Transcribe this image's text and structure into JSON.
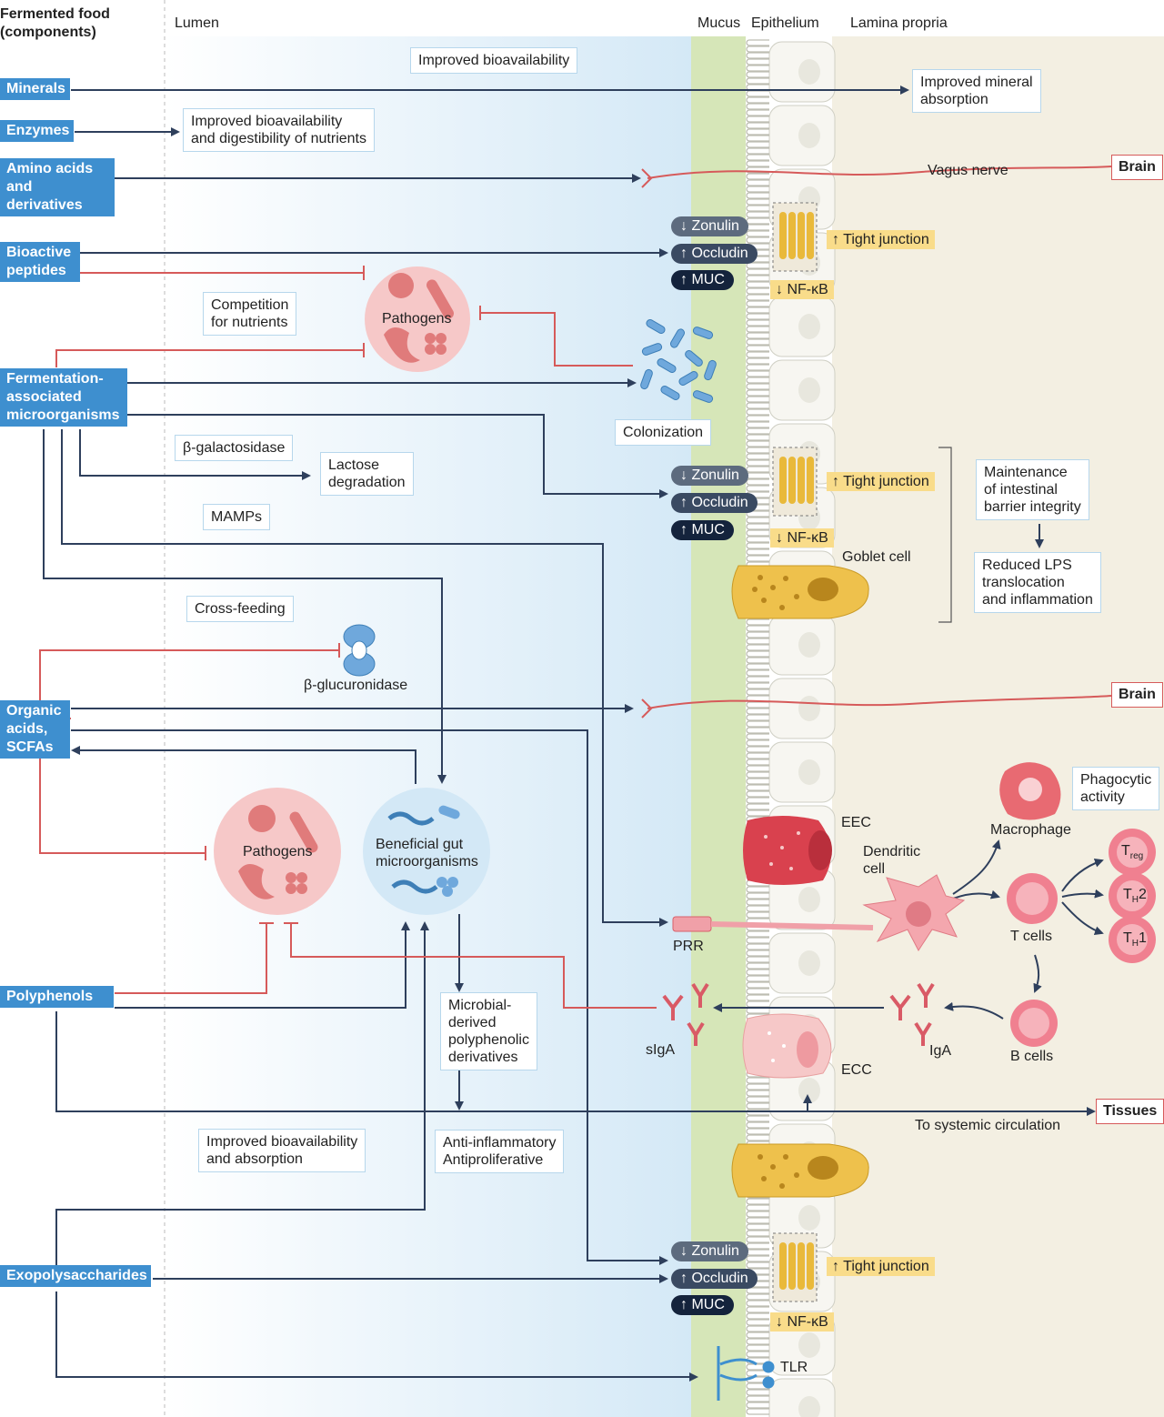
{
  "headers": {
    "food": "Fermented food\n(components)",
    "lumen": "Lumen",
    "mucus": "Mucus",
    "epithelium": "Epithelium",
    "lamina": "Lamina propria"
  },
  "food": {
    "minerals": "Minerals",
    "enzymes": "Enzymes",
    "amino": "Amino acids\nand derivatives",
    "bioactive": "Bioactive\npeptides",
    "fermentation": "Fermentation-\nassociated\nmicroorganisms",
    "organic": "Organic\nacids,\nSCFAs",
    "polyphenols": "Polyphenols",
    "exopoly": "Exopolysaccharides"
  },
  "callouts": {
    "bioavail_top": "Improved bioavailability",
    "mineral_abs": "Improved mineral\nabsorption",
    "enzymes_eff": "Improved bioavailability\nand digestibility of nutrients",
    "competition": "Competition\nfor nutrients",
    "colonization": "Colonization",
    "bgal": "β-galactosidase",
    "lactose": "Lactose\ndegradation",
    "mamps": "MAMPs",
    "crossfeeding": "Cross-feeding",
    "maintenance": "Maintenance\nof intestinal\nbarrier integrity",
    "reduced_lps": "Reduced LPS\ntranslocation\nand inflammation",
    "phagocytic": "Phagocytic\nactivity",
    "microbial_derived": "Microbial-\nderived\npolyphenolic\nderivatives",
    "bioavail_abs": "Improved bioavailability\nand absorption",
    "anti_inflam": "Anti-inflammatory\nAntiproliferative"
  },
  "labels": {
    "vagus": "Vagus nerve",
    "pathogens": "Pathogens",
    "beneficial": "Beneficial gut\nmicroorganisms",
    "bglucuronidase": "β-glucuronidase",
    "goblet": "Goblet cell",
    "eec": "EEC",
    "dendritic": "Dendritic\ncell",
    "macrophage": "Macrophage",
    "tcells": "T cells",
    "bcells": "B cells",
    "prr": "PRR",
    "siga": "sIgA",
    "iga": "IgA",
    "ecc": "ECC",
    "systemic": "To systemic circulation",
    "tlr": "TLR",
    "treg_main": "T",
    "treg_sub": "reg",
    "th2_main": "T",
    "th2_sub": "H",
    "th2_num": "2",
    "th1_main": "T",
    "th1_sub": "H",
    "th1_num": "1"
  },
  "dest": {
    "brain": "Brain",
    "tissues": "Tissues"
  },
  "junction": {
    "zonulin": "↓ Zonulin",
    "occludin": "↑ Occludin",
    "muc": "↑ MUC",
    "tight": "↑ Tight junction",
    "nfkb": "↓ NF-κB"
  },
  "colors": {
    "food_blue": "#3e8fcf",
    "arrow_navy": "#2e3f5c",
    "inhibit_red": "#d65a5a",
    "callout_border": "#b7d7ec",
    "junction_yellow": "#f9dc8a",
    "mucus_green": "#d6e6b8",
    "lamina_beige": "#f3efe2"
  }
}
